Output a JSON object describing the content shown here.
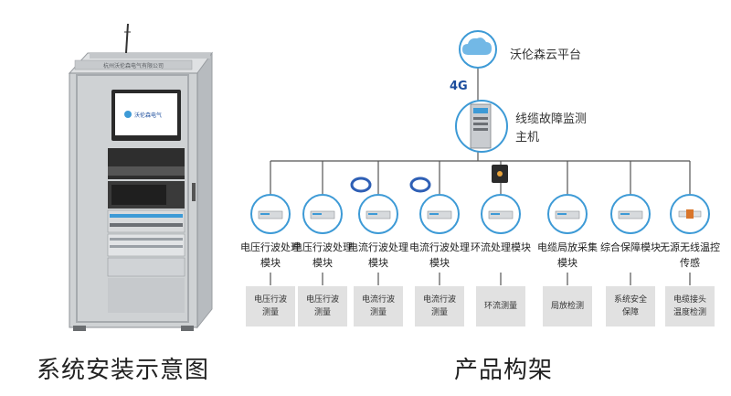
{
  "captions": {
    "left": "系统安装示意图",
    "right": "产品构架"
  },
  "cabinet": {
    "header_text": "杭州沃伦森电气有限公司",
    "screen_logo": "沃伦森电气"
  },
  "platform": {
    "label": "沃伦森云平台",
    "link_label": "4G"
  },
  "host": {
    "label": "线缆故障监测主机"
  },
  "modules": [
    {
      "label": "电压行波处理模块",
      "box": "电压行波测量",
      "sensor": "none"
    },
    {
      "label": "电压行波处理模块",
      "box": "电压行波测量",
      "sensor": "none"
    },
    {
      "label": "电流行波处理模块",
      "box": "电流行波测量",
      "sensor": "ring"
    },
    {
      "label": "电流行波处理模块",
      "box": "电流行波测量",
      "sensor": "ring"
    },
    {
      "label": "环流处理模块",
      "box": "环流测量",
      "sensor": "junction-box"
    },
    {
      "label": "电缆局放采集模块",
      "box": "局放检测",
      "sensor": "none"
    },
    {
      "label": "综合保障模块",
      "box": "系统安全保障",
      "sensor": "none"
    },
    {
      "label": "无源无线温控传感",
      "box": "电缆接头温度检测",
      "sensor": "temperature"
    }
  ],
  "colors": {
    "accent": "#3d9ad6",
    "cabinet": "#cfd2d4",
    "box": "#e1e1e1"
  }
}
